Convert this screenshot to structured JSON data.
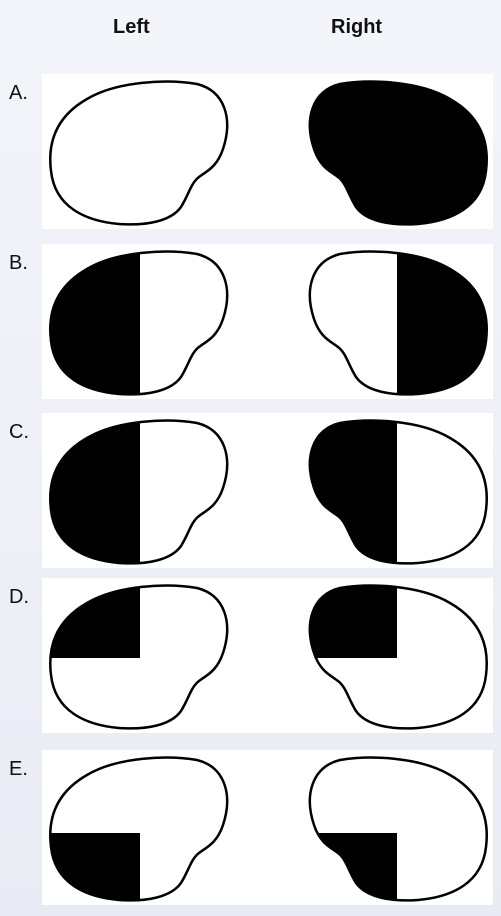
{
  "headers": {
    "left": "Left",
    "right": "Right"
  },
  "rows": [
    {
      "label": "A.",
      "left_fill": "none",
      "right_fill": "full"
    },
    {
      "label": "B.",
      "left_fill": "left-half",
      "right_fill": "right-half"
    },
    {
      "label": "C.",
      "left_fill": "left-half",
      "right_fill": "left-half"
    },
    {
      "label": "D.",
      "left_fill": "upper-left-quadrant",
      "right_fill": "upper-left-quadrant"
    },
    {
      "label": "E.",
      "left_fill": "lower-left-quadrant",
      "right_fill": "lower-left-quadrant"
    }
  ],
  "colors": {
    "fill": "#000000",
    "shape_bg": "#ffffff",
    "panel_bg": "#ffffff"
  }
}
